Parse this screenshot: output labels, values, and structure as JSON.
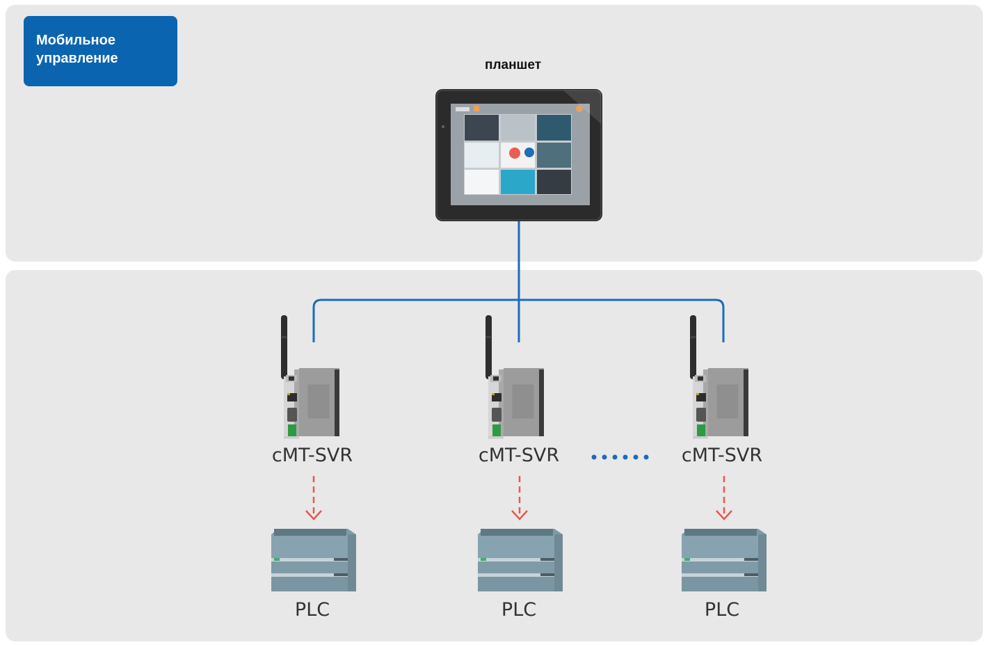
{
  "badge": {
    "line1": "Мобильное",
    "line2": "управление",
    "color": "#0a64b0"
  },
  "tablet": {
    "label": "планшет"
  },
  "gateways": [
    {
      "label": "cMT-SVR"
    },
    {
      "label": "cMT-SVR"
    },
    {
      "label": "cMT-SVR"
    }
  ],
  "plcs": [
    {
      "label": "PLC"
    },
    {
      "label": "PLC"
    },
    {
      "label": "PLC"
    }
  ],
  "colors": {
    "network_line": "#1a6bbd",
    "arrow": "#e8574f",
    "ellipsis_dots": "#1a6bbd",
    "panel_bg": "#e8e8e8"
  }
}
